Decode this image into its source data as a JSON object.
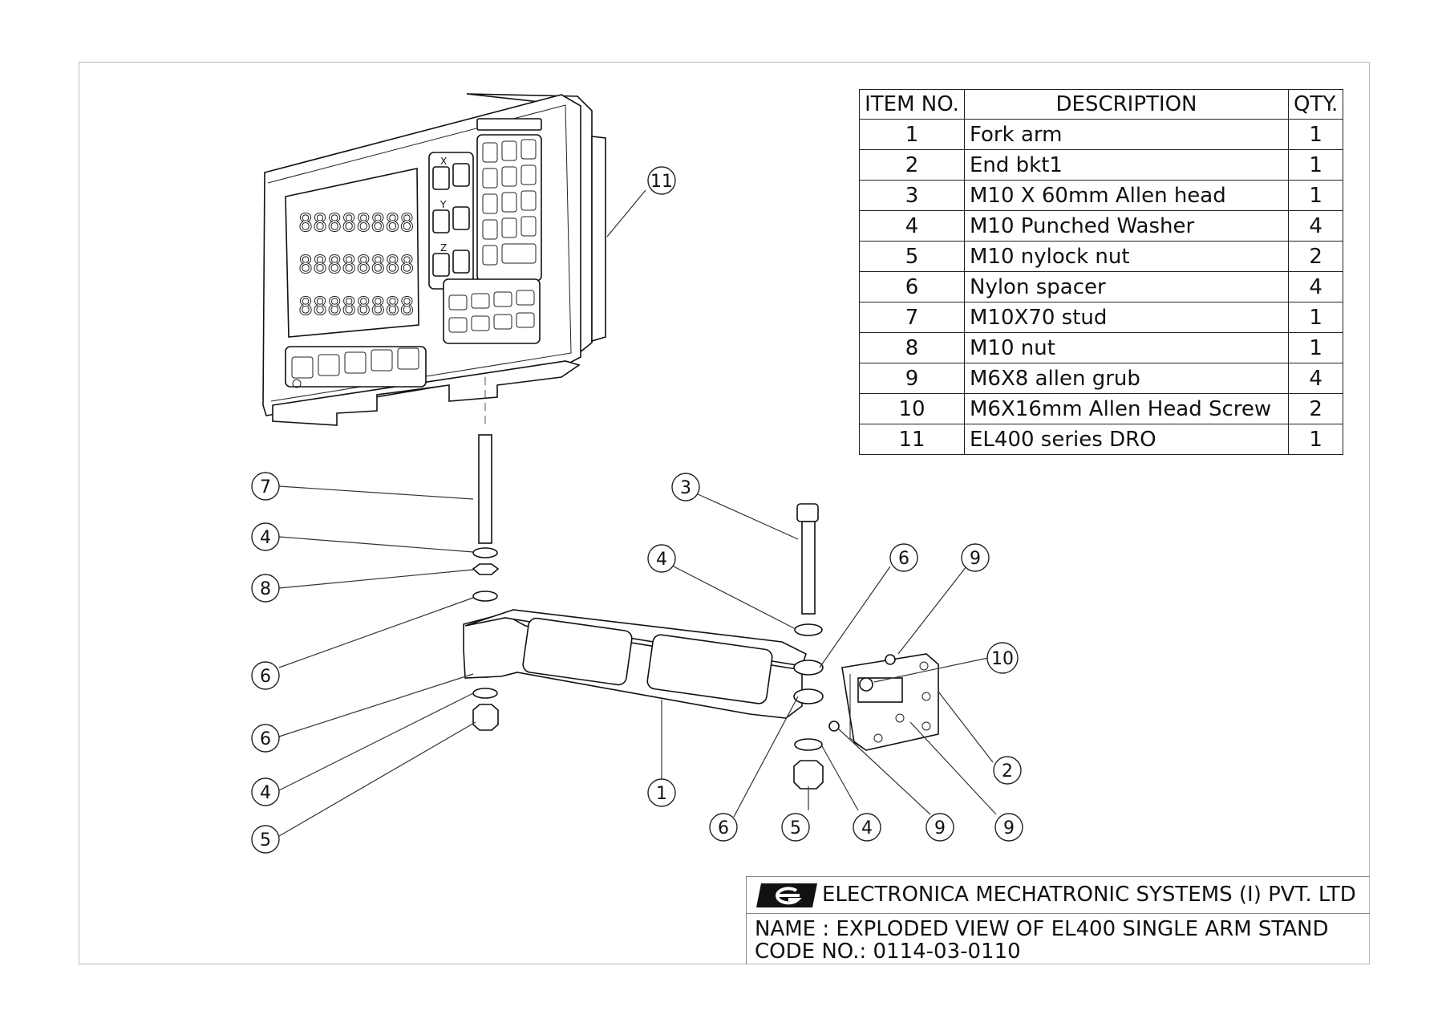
{
  "bom": {
    "headers": {
      "item": "ITEM NO.",
      "description": "DESCRIPTION",
      "qty": "QTY."
    },
    "rows": [
      {
        "item": "1",
        "description": "Fork arm",
        "qty": "1"
      },
      {
        "item": "2",
        "description": "End bkt1",
        "qty": "1"
      },
      {
        "item": "3",
        "description": "M10 X 60mm Allen head",
        "qty": "1"
      },
      {
        "item": "4",
        "description": "M10 Punched Washer",
        "qty": "4"
      },
      {
        "item": "5",
        "description": "M10 nylock nut",
        "qty": "2"
      },
      {
        "item": "6",
        "description": "Nylon spacer",
        "qty": "4"
      },
      {
        "item": "7",
        "description": "M10X70 stud",
        "qty": "1"
      },
      {
        "item": "8",
        "description": "M10 nut",
        "qty": "1"
      },
      {
        "item": "9",
        "description": "M6X8 allen grub",
        "qty": "4"
      },
      {
        "item": "10",
        "description": "M6X16mm Allen Head Screw",
        "qty": "2"
      },
      {
        "item": "11",
        "description": "EL400 series DRO",
        "qty": "1"
      }
    ]
  },
  "titleblock": {
    "company": "ELECTRONICA MECHATRONIC SYSTEMS (I) PVT. LTD",
    "name": "NAME : EXPLODED VIEW OF EL400 SINGLE ARM STAND",
    "code": "CODE NO.: 0114-03-0110"
  },
  "dro": {
    "axis_labels": [
      "X",
      "Y",
      "Z"
    ],
    "display_digits": "88888888"
  },
  "balloons": [
    "11",
    "7",
    "4",
    "8",
    "6",
    "6",
    "4",
    "5",
    "3",
    "4",
    "6",
    "9",
    "10",
    "2",
    "1",
    "6",
    "5",
    "4",
    "9",
    "9"
  ]
}
